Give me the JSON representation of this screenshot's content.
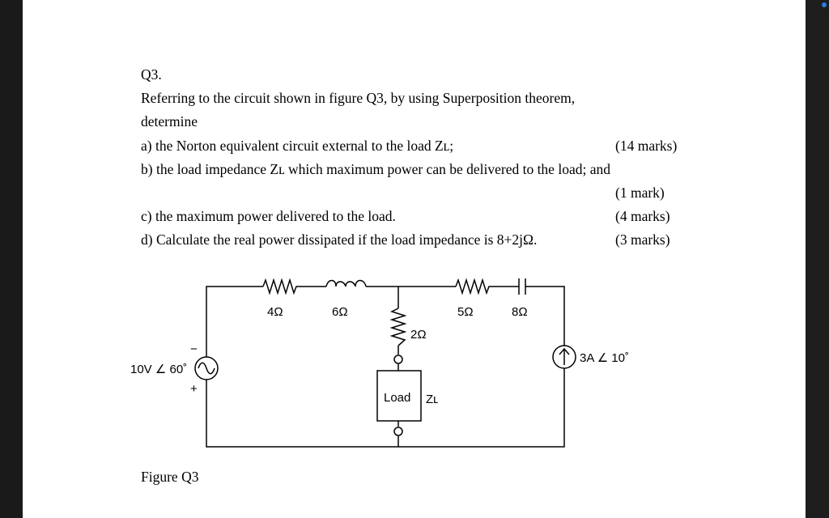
{
  "question": {
    "number": "Q3.",
    "intro_line1": "Referring to the circuit shown in figure Q3, by using Superposition theorem,",
    "intro_line2": "determine",
    "parts": [
      {
        "text": "a) the Norton equivalent circuit external to the load Zʟ;",
        "marks": "(14 marks)"
      },
      {
        "text": "b) the load impedance Zʟ which maximum power can be delivered to the load; and",
        "marks": "(1 mark)"
      },
      {
        "text": "c) the maximum power delivered to the load.",
        "marks": "(4 marks)"
      },
      {
        "text": "d) Calculate the real power dissipated if the load impedance is 8+2jΩ.",
        "marks": "(3 marks)"
      }
    ]
  },
  "circuit": {
    "r1": "4Ω",
    "l1": "6Ω",
    "r2": "5Ω",
    "c1": "8Ω",
    "r3": "2Ω",
    "voltage_source": "10V ∠ 60˚",
    "current_source": "3A ∠ 10˚",
    "minus": "−",
    "plus": "+",
    "load": "Load",
    "load_impedance": "Zʟ"
  },
  "figure_caption": "Figure Q3"
}
